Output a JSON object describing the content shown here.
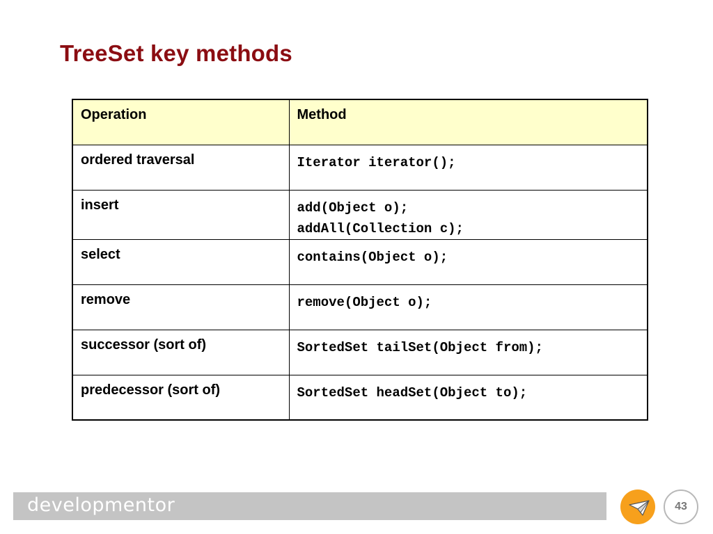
{
  "slide": {
    "title": "TreeSet key methods"
  },
  "table": {
    "headers": {
      "operation": "Operation",
      "method": "Method"
    },
    "rows": [
      {
        "operation": "ordered traversal",
        "methods": [
          "Iterator iterator();"
        ]
      },
      {
        "operation": "insert",
        "methods": [
          "add(Object o);",
          "addAll(Collection c);"
        ]
      },
      {
        "operation": "select",
        "methods": [
          "contains(Object o);"
        ]
      },
      {
        "operation": "remove",
        "methods": [
          "remove(Object o);"
        ]
      },
      {
        "operation": "successor (sort of)",
        "methods": [
          "SortedSet tailSet(Object from);"
        ]
      },
      {
        "operation": "predecessor (sort of)",
        "methods": [
          "SortedSet headSet(Object to);"
        ]
      }
    ]
  },
  "footer": {
    "brand": "developmentor",
    "page_number": "43",
    "logo_icon": "paper-plane-icon"
  },
  "colors": {
    "title": "#8b0d12",
    "header_bg": "#ffffcc",
    "footer_bar": "#c4c4c4",
    "logo_circle": "#f7a01c"
  }
}
